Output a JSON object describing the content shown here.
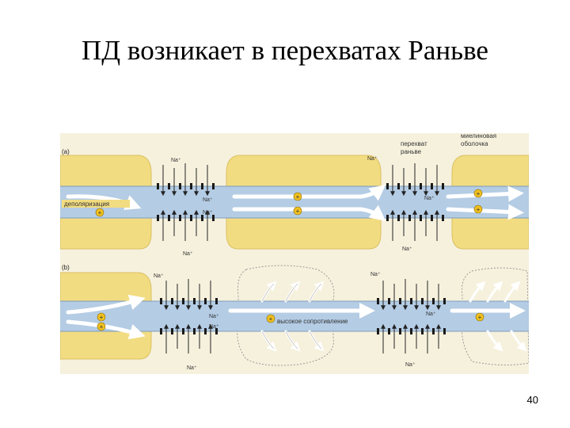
{
  "slide": {
    "title": "ПД возникает в перехватах Раньве",
    "page_number": "40"
  },
  "figure": {
    "panel_a": {
      "tag": "(a)",
      "depolarization_label": "деполяризация",
      "node_label_1": "перехват",
      "node_label_2": "раньве",
      "myelin_label_1": "миелиновая",
      "myelin_label_2": "оболочка",
      "ion_top_1": "Na⁺",
      "ion_top_2": "Na⁺",
      "ion_mid_1": "Na⁺",
      "ion_mid_2": "Na⁺",
      "ion_mid_3": "Na⁺",
      "ion_bottom_1": "Na⁺",
      "ion_bottom_2": "Na⁺"
    },
    "panel_b": {
      "tag": "(b)",
      "resistance_label": "высокое сопротивление",
      "ion_top_1": "Na⁺",
      "ion_top_2": "Na⁺",
      "ion_mid_1": "Na⁺",
      "ion_mid_2": "Na⁺",
      "ion_mid_3": "Na⁺",
      "ion_bottom_1": "Na⁺",
      "ion_bottom_2": "Na⁺"
    },
    "colors": {
      "myelin": "#f2dc82",
      "axon": "#b4cce4",
      "charge": "#f0c020",
      "background": "#f6f1dd"
    }
  }
}
